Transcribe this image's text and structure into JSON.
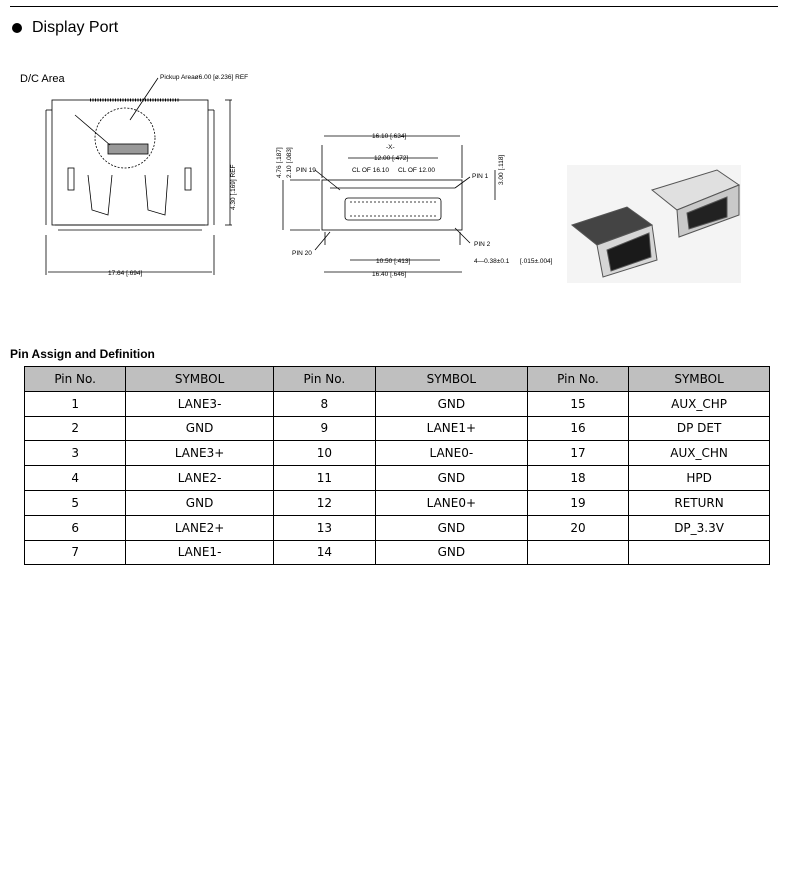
{
  "heading": "Display Port",
  "drawing_labels": {
    "dc_area": "D/C Area",
    "pickup": "Pickup Areaø6.00 [ø.236] REF",
    "height_ref": "4.30 [.169] REF",
    "width_main": "17.64 [.694]",
    "w1610": "16.10 [.634]",
    "datum_x": "-X-",
    "w1200": "12.00 [.472]",
    "cl1610": "CL OF 16.10",
    "cl1200": "CL OF 12.00",
    "pin19": "PIN 19",
    "pin1": "PIN 1",
    "pin2": "PIN 2",
    "pin20": "PIN 20",
    "h476": "4.76 [.187]",
    "h210": "2.10 [.083]",
    "h300": "3.00 [.118]",
    "w1050": "10.50 [.413]",
    "w1640": "16.40 [.646]",
    "hole": "4—0.38±0.1",
    "hole_tol": "[.015±.004]"
  },
  "section_title": "Pin Assign and Definition",
  "table": {
    "headers": [
      "Pin No.",
      "SYMBOL",
      "Pin No.",
      "SYMBOL",
      "Pin No.",
      "SYMBOL"
    ],
    "rows": [
      [
        "1",
        "LANE3-",
        "8",
        "GND",
        "15",
        "AUX_CHP"
      ],
      [
        "2",
        "GND",
        "9",
        "LANE1+",
        "16",
        "DP DET"
      ],
      [
        "3",
        "LANE3+",
        "10",
        "LANE0-",
        "17",
        "AUX_CHN"
      ],
      [
        "4",
        "LANE2-",
        "11",
        "GND",
        "18",
        "HPD"
      ],
      [
        "5",
        "GND",
        "12",
        "LANE0+",
        "19",
        "RETURN"
      ],
      [
        "6",
        "LANE2+",
        "13",
        "GND",
        "20",
        "DP_3.3V"
      ],
      [
        "7",
        "LANE1-",
        "14",
        "GND",
        "",
        ""
      ]
    ]
  }
}
